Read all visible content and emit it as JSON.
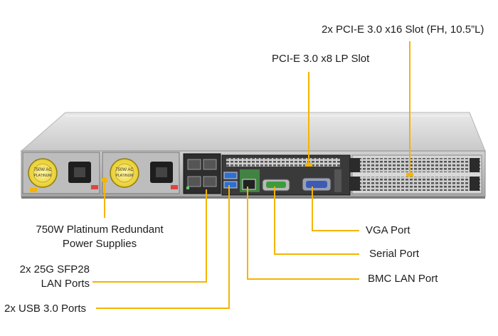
{
  "labels": {
    "pcie_x16": "2x PCI-E 3.0 x16 Slot (FH, 10.5”L)",
    "pcie_x8": "PCI-E 3.0 x8 LP Slot",
    "psu_line1": "750W Platinum Redundant",
    "psu_line2": "Power Supplies",
    "sfp_line1": "2x 25G SFP28",
    "sfp_line2": "LAN Ports",
    "usb": "2x USB 3.0 Ports",
    "vga": "VGA Port",
    "serial": "Serial Port",
    "bmc": "BMC LAN Port"
  },
  "psu_text": {
    "line1": "750W AC",
    "line2": "PLATINUM"
  },
  "colors": {
    "callout": "#f5b400",
    "chassis": "#d9d9d9",
    "panel_dark": "#2a2a2a",
    "usb_blue": "#2f6fd1",
    "vga_blue": "#3b5bb5",
    "psu_fan": "#f2e25a"
  }
}
